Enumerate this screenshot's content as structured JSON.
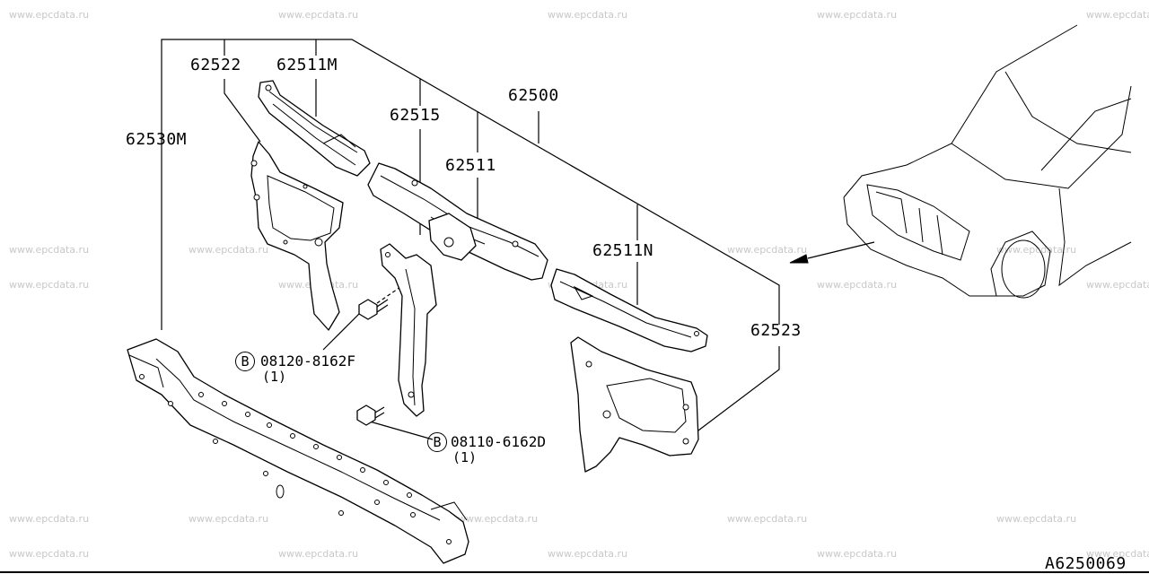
{
  "watermark": "www.epcdata.ru",
  "labels": {
    "p62522": "62522",
    "p62511M": "62511M",
    "p62530M": "62530M",
    "p62515": "62515",
    "p62500": "62500",
    "p62511": "62511",
    "p62511N": "62511N",
    "p62523": "62523"
  },
  "bolts": [
    {
      "symbol": "B",
      "code": "08120-8162F",
      "qty": "(1)"
    },
    {
      "symbol": "B",
      "code": "08110-6162D",
      "qty": "(1)"
    }
  ],
  "diagram_id": "A6250069"
}
